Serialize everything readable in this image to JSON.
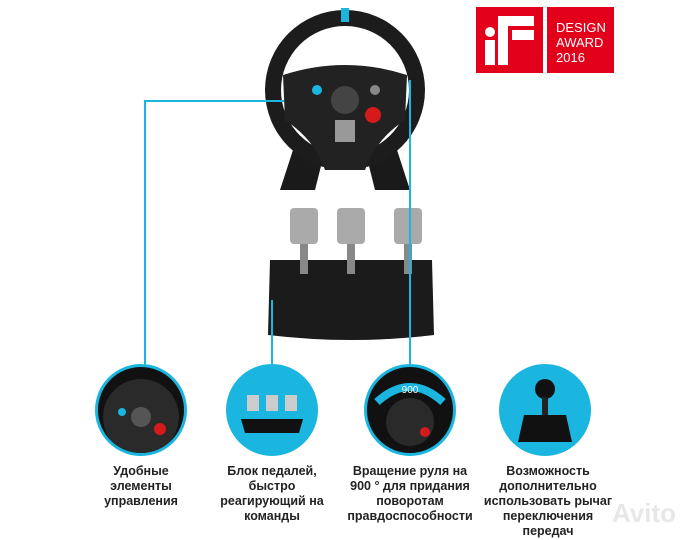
{
  "award": {
    "logo_text": "iF",
    "lines": [
      "DESIGN",
      "AWARD",
      "2016"
    ],
    "color": "#e2001a"
  },
  "accent_color": "#1ab6e0",
  "features": [
    {
      "icon": "steering-wheel-controls",
      "lines": [
        "Удобные",
        "элементы",
        "управления"
      ]
    },
    {
      "icon": "pedal-block",
      "lines": [
        "Блок педалей,",
        "быстро",
        "реагирующий на",
        "команды"
      ]
    },
    {
      "icon": "wheel-rotation",
      "badge": "900",
      "lines": [
        "Вращение руля на",
        "900 ° для придания",
        "поворотам",
        "правдоспособности"
      ]
    },
    {
      "icon": "gear-shifter",
      "lines": [
        "Возможность",
        "дополнительно",
        "использовать рычаг",
        "переключения",
        "передач"
      ]
    }
  ],
  "watermark": "Avito"
}
